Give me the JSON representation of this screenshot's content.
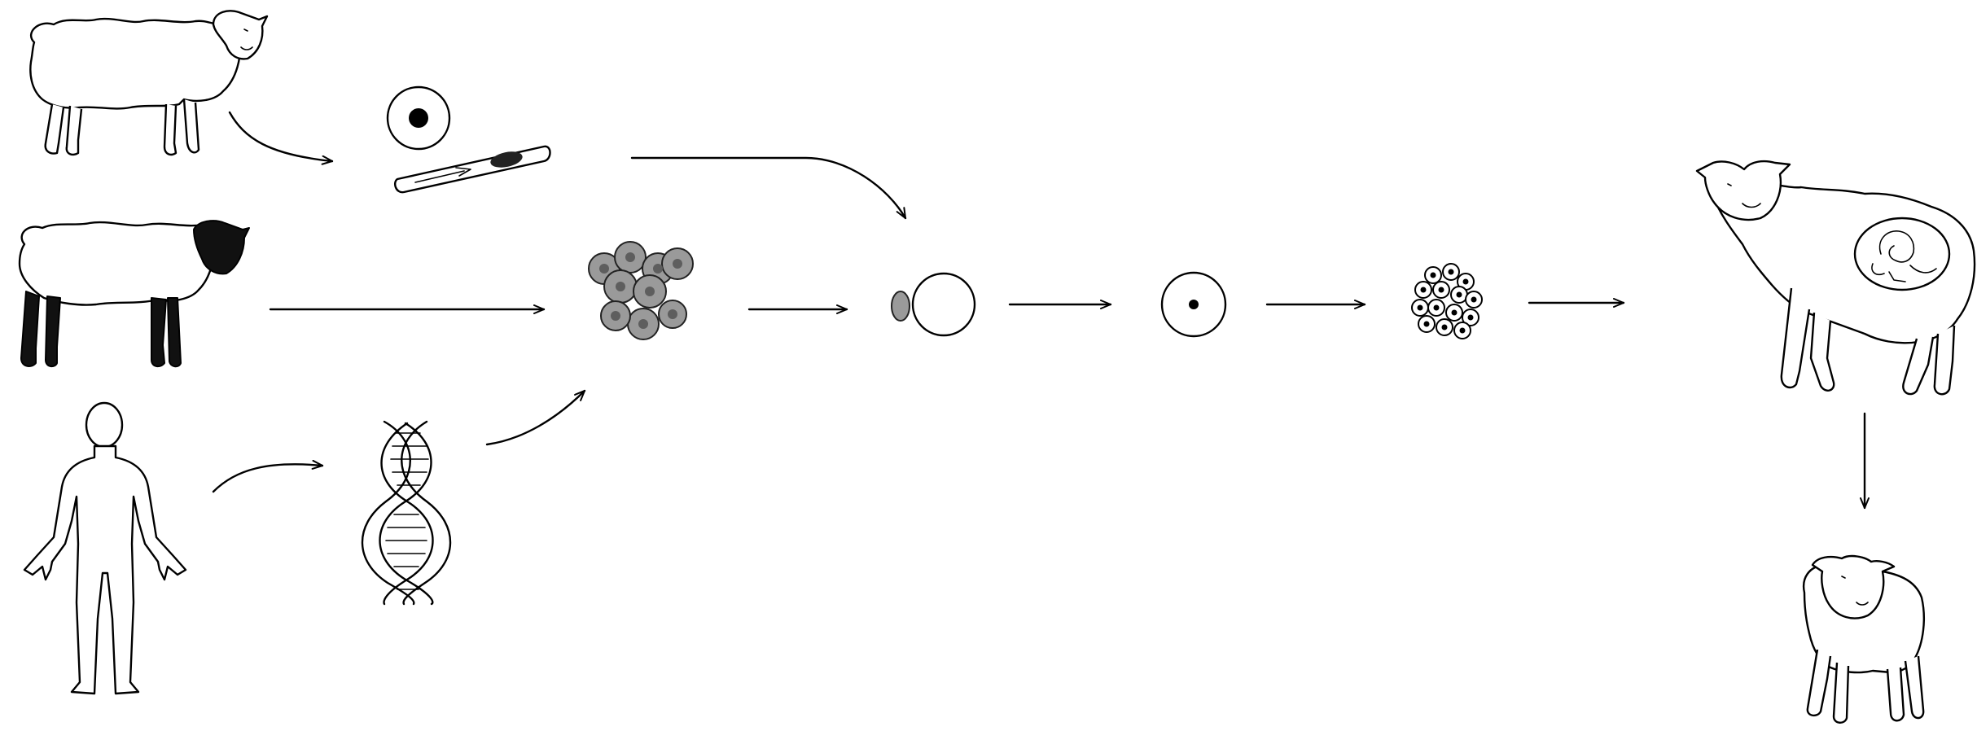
{
  "diagram": {
    "title": "",
    "colors": {
      "ink": "#000000",
      "background": "#ffffff",
      "cell_fill": "#9a9a9a"
    },
    "stages": [
      {
        "id": "donor-sheep-white",
        "icon": "sheep-icon"
      },
      {
        "id": "egg-cell",
        "icon": "egg-cell-icon"
      },
      {
        "id": "enucleation-pipette",
        "icon": "pipette-icon"
      },
      {
        "id": "donor-sheep-blackface",
        "icon": "blackface-sheep-icon"
      },
      {
        "id": "human-figure",
        "icon": "human-icon"
      },
      {
        "id": "human-dna",
        "icon": "dna-helix-icon"
      },
      {
        "id": "cultured-cells",
        "icon": "cell-cluster-icon"
      },
      {
        "id": "cell-fusion",
        "icon": "fused-cell-icon"
      },
      {
        "id": "reconstructed-egg",
        "icon": "egg-cell-icon"
      },
      {
        "id": "embryo",
        "icon": "embryo-icon"
      },
      {
        "id": "surrogate-mother",
        "icon": "pregnant-sheep-icon"
      },
      {
        "id": "transgenic-lamb",
        "icon": "lamb-icon"
      }
    ],
    "arrows": 10
  }
}
